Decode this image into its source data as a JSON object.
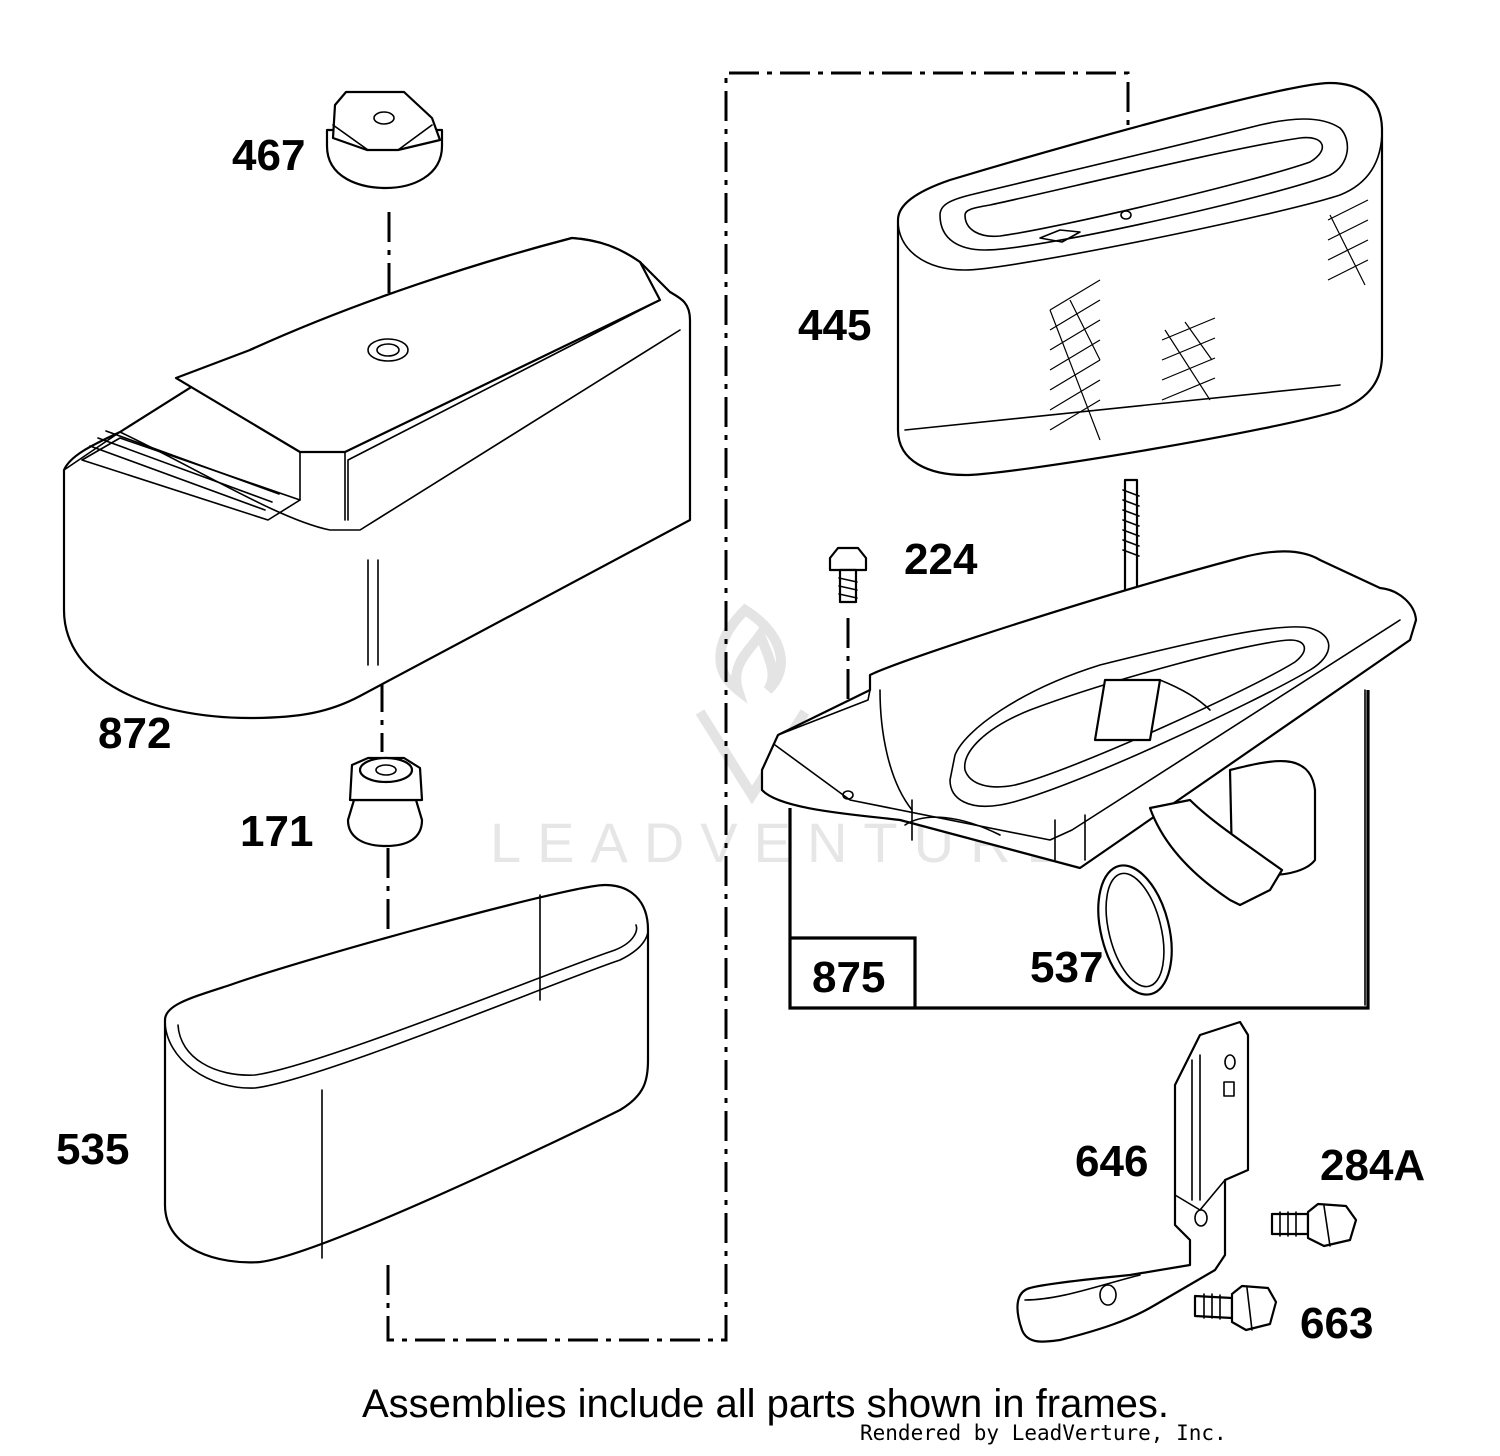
{
  "labels": {
    "p467": "467",
    "p872": "872",
    "p171": "171",
    "p535": "535",
    "p445": "445",
    "p224": "224",
    "p875": "875",
    "p537": "537",
    "p646": "646",
    "p284a": "284A",
    "p663": "663"
  },
  "footer": {
    "note": "Assemblies include all parts shown in frames.",
    "credit": "Rendered by LeadVerture, Inc."
  },
  "watermark": "LEADVENTURE",
  "colors": {
    "line": "#000000",
    "background": "#ffffff",
    "watermark": "#e6e6e6"
  }
}
